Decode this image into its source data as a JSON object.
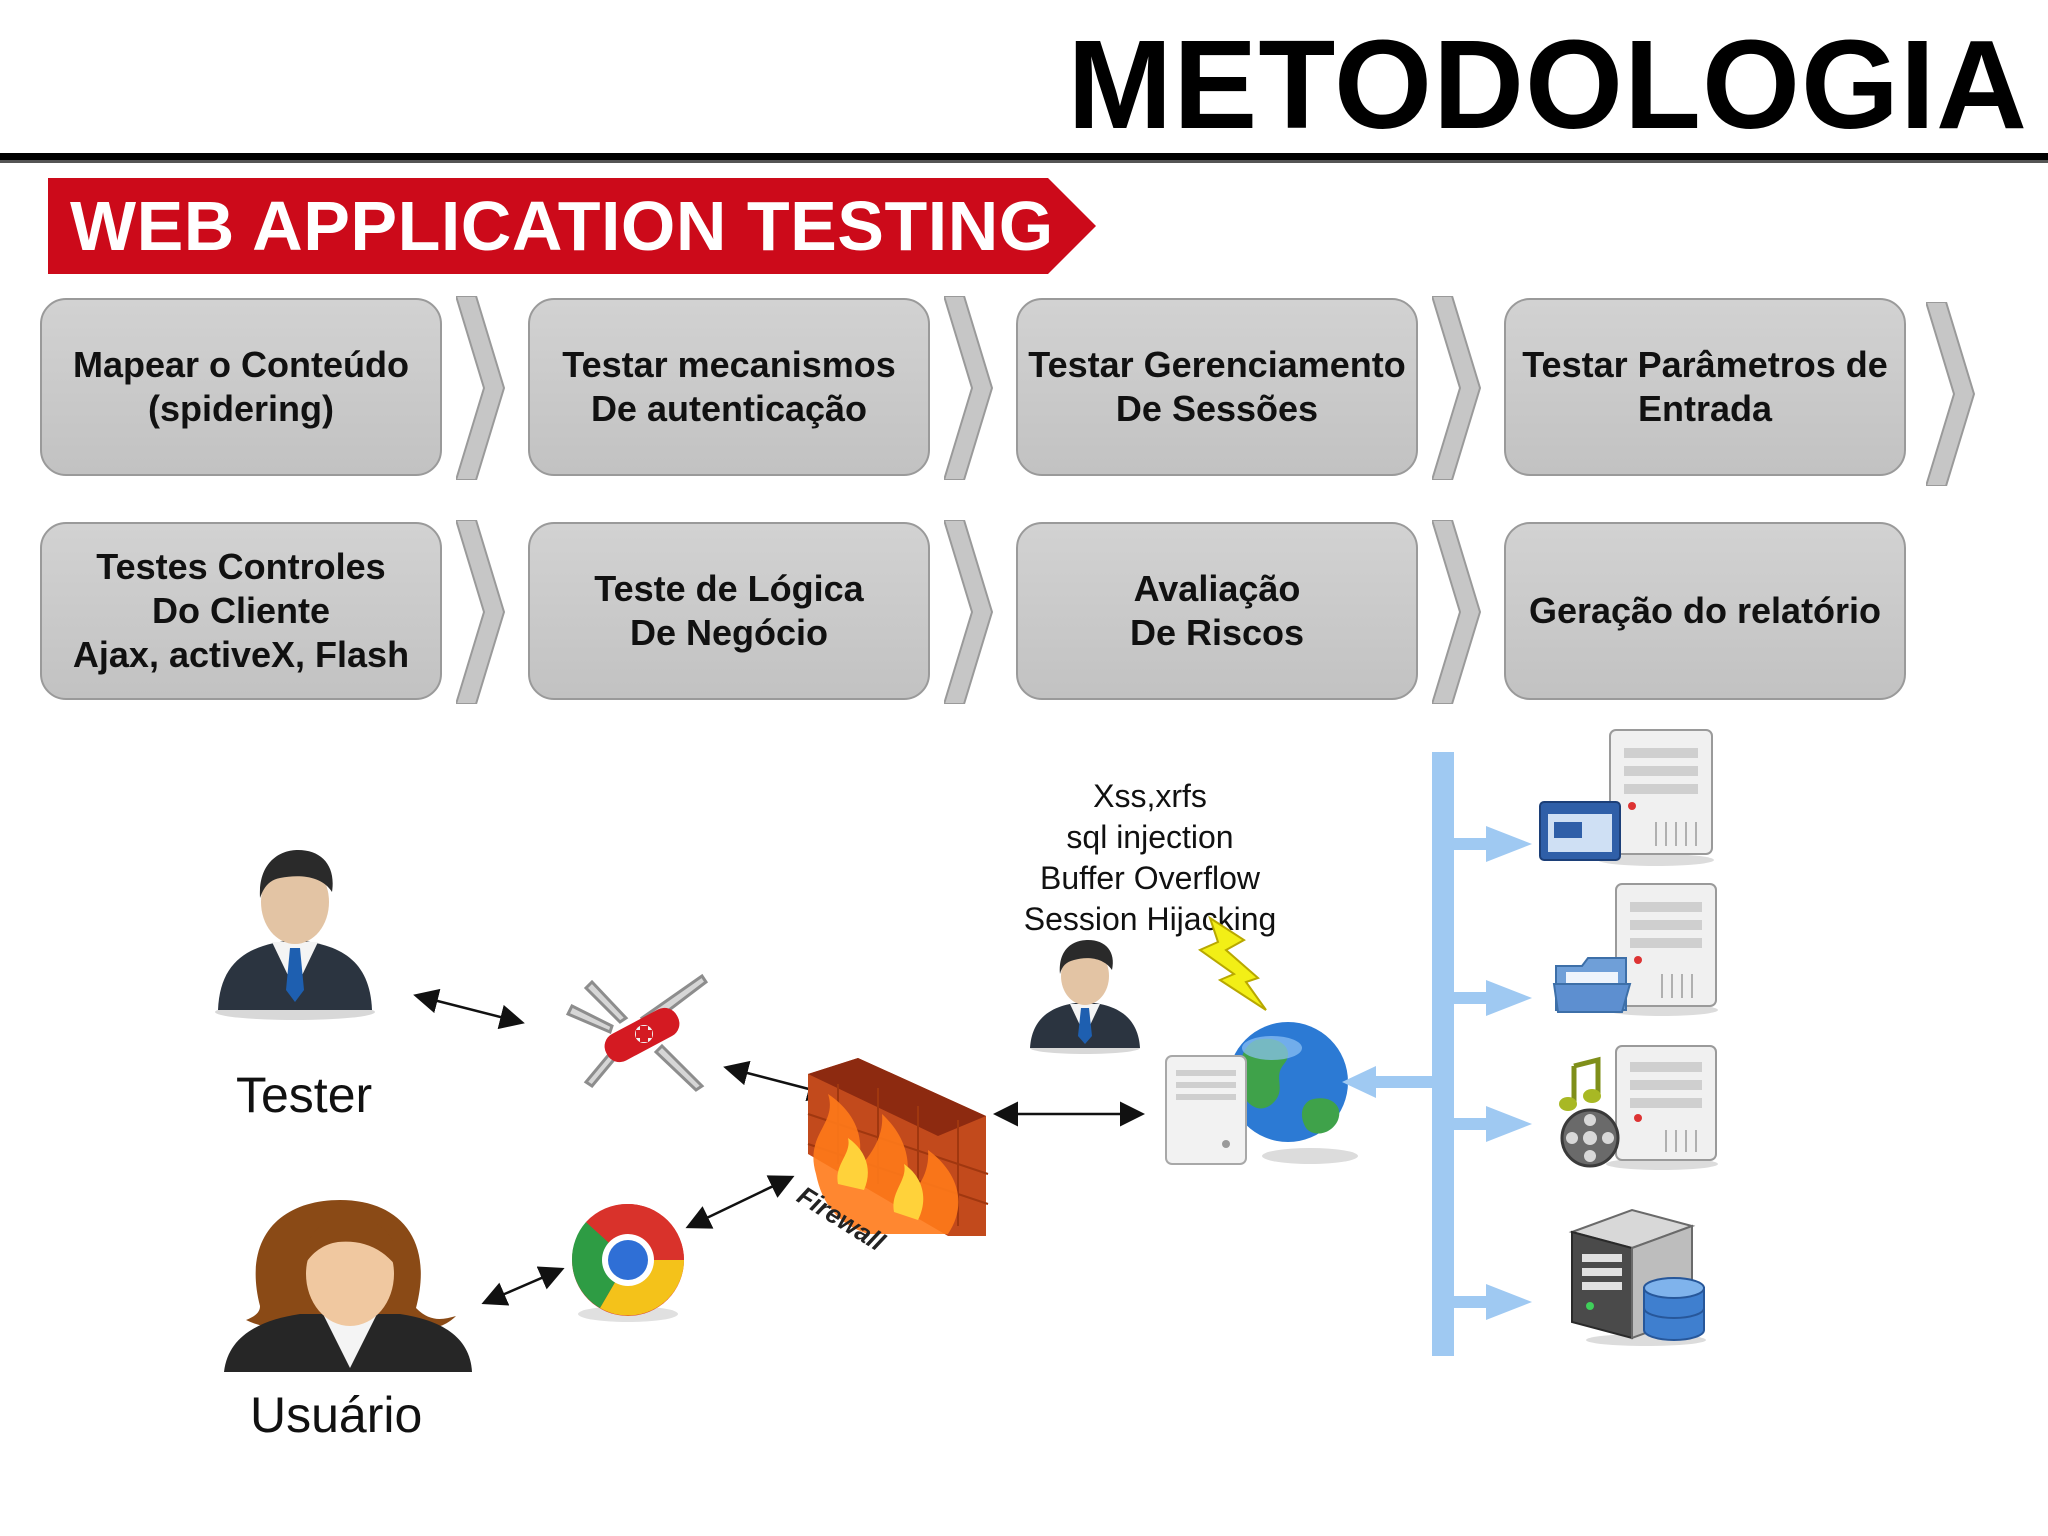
{
  "header": {
    "title": "METODOLOGIA",
    "banner": "WEB APPLICATION TESTING"
  },
  "steps": [
    {
      "label": "Mapear o Conteúdo\n(spidering)"
    },
    {
      "label": "Testar mecanismos\nDe  autenticação"
    },
    {
      "label": "Testar Gerenciamento\nDe Sessões"
    },
    {
      "label": "Testar  Parâmetros de\nEntrada"
    },
    {
      "label": "Testes Controles\nDo Cliente\nAjax, activeX, Flash"
    },
    {
      "label": "Teste de Lógica\nDe Negócio"
    },
    {
      "label": "Avaliação\nDe Riscos"
    },
    {
      "label": "Geração do relatório"
    }
  ],
  "diagram": {
    "tester_label": "Tester",
    "user_label": "Usuário",
    "firewall_label": "Firewall",
    "attacks": "Xss,xrfs\nsql injection\nBuffer Overflow\nSession Hijacking",
    "icons": [
      "tester-avatar-icon",
      "user-avatar-icon",
      "swiss-knife-tool-icon",
      "chrome-browser-icon",
      "firewall-icon",
      "attacker-avatar-icon",
      "lightning-icon",
      "web-server-globe-icon",
      "app-server-icon",
      "file-server-icon",
      "media-server-icon",
      "database-server-icon"
    ],
    "colors": {
      "banner": "#cc0a1a",
      "step_box": "#c8c8c8",
      "bus": "#9fc9f2",
      "lightning": "#f2ef16"
    }
  }
}
